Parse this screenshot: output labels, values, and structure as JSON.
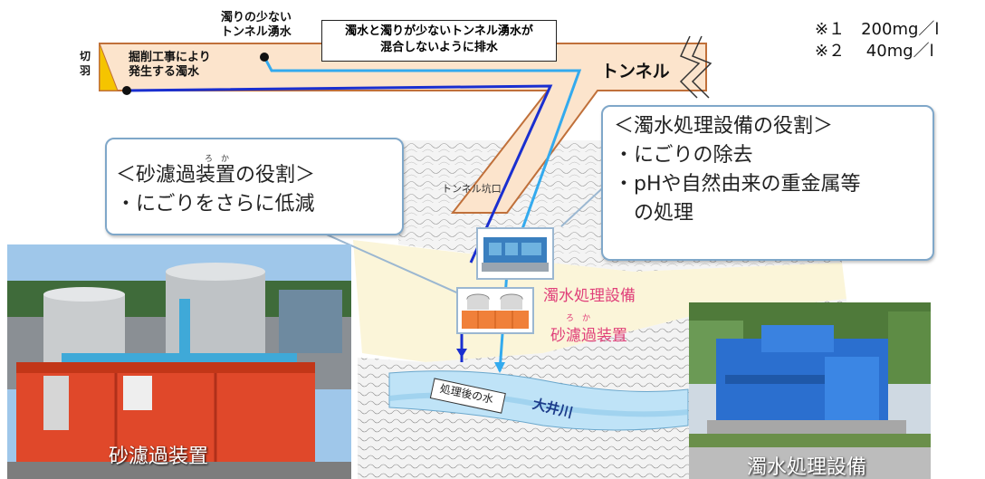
{
  "tunnel": {
    "face_label": "切羽",
    "muddy_source_label": "掘削工事により\n発生する濁水",
    "clear_source_label": "濁りの少ない\nトンネル湧水",
    "tunnel_label": "トンネル",
    "mix_note": "濁水と濁りが少ないトンネル湧水が\n混合しないように排水",
    "portal_label": "トンネル坑口"
  },
  "notes": {
    "note1": "※１　200mg／l",
    "note2": "※２　 40mg／l"
  },
  "callout_left": {
    "ruby": "ろ　か",
    "title": "＜砂濾過装置の役割＞",
    "bullet1": "・にごりをさらに低減"
  },
  "callout_right": {
    "title": "＜濁水処理設備の役割＞",
    "bullet1": "・にごりの除去",
    "bullet2": "・pHや自然由来の重金属等",
    "bullet3": "　の処理"
  },
  "map": {
    "facility_label": "濁水処理設備",
    "sand_filter_ruby": "ろ　か",
    "sand_filter_label": "砂濾過装置",
    "treated_water_label": "処理後の水",
    "river_label": "大井川"
  },
  "photos": {
    "left_caption": "砂濾過装置",
    "right_caption": "濁水処理設備"
  },
  "colors": {
    "tunnel_fill": "#fce4cc",
    "tunnel_border": "#c0703a",
    "muddy_line": "#1a2fd0",
    "clear_line": "#33aaee",
    "callout_border": "#7fa7c9",
    "pink_text": "#e0407a",
    "river": "#bfe3f7"
  }
}
